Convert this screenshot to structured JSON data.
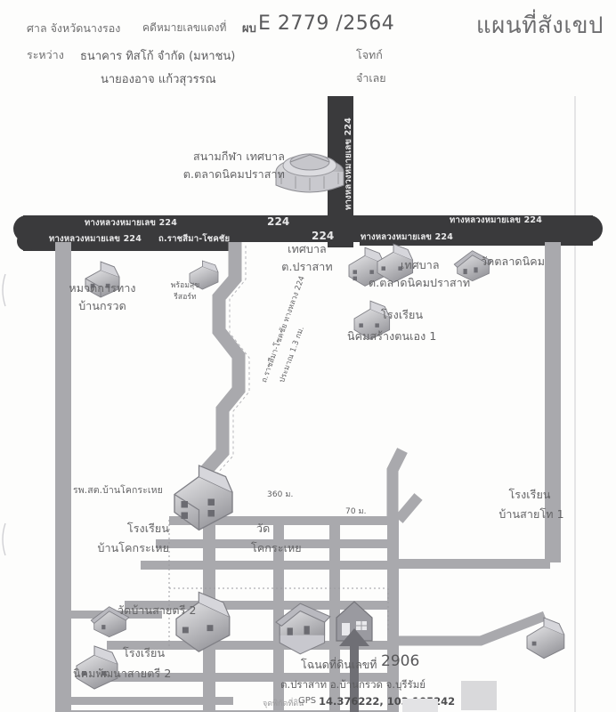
{
  "header": {
    "court": "ศาล จังหวัดนางรอง",
    "case_label": "คดีหมายเลขแดงที่",
    "case_prefix": "ผบ",
    "case_number": "E 2779 /2564",
    "between_label": "ระหว่าง",
    "plaintiff": "ธนาคาร ทิสโก้ จำกัด (มหาชน)",
    "plaintiff_role": "โจทก์",
    "defendant": "นายองอาจ แก้วสุวรรณ",
    "defendant_role": "จำเลย",
    "title": "แผนที่สังเขป"
  },
  "map": {
    "stadium": {
      "line1": "สนามกีฬา เทศบาล",
      "line2": "ต.ตลาดนิคมปราสาท"
    },
    "vertical_highway": "ทางหลวงหมายเลข 224",
    "highway_marker_a": "224",
    "highway_marker_b": "224",
    "highway_left_upper": "ทางหลวงหมายเลข 224",
    "highway_left_lower": "ทางหลวงหมายเลข 224",
    "highway_left_lower2": "ถ.ราชสีมา-โชคชัย",
    "highway_right_upper": "ทางหลวงหมายเลข 224",
    "highway_right_lower": "ทางหลวงหมายเลข 224",
    "road_dept": {
      "line1": "หมวดการทาง",
      "line2": "บ้านกรวด"
    },
    "resort": {
      "line1": "พร้อมสุข",
      "line2": "รีสอร์ท"
    },
    "municipality_prasat": {
      "line1": "เทศบาล",
      "line2": "ต.ปราสาท"
    },
    "municipality_talat": {
      "line1": "เทศบาล",
      "line2": "ต.ตลาดนิคมปราสาท"
    },
    "temple_talat_nikhom": "วัดตลาดนิคม",
    "school_nikhom1": {
      "line1": "โรงเรียน",
      "line2": "นิคมสร้างตนเอง 1"
    },
    "diagonal_road": "ถ.ราชสีมา-โชคชัย ทางหลวง 224",
    "diagonal_distance": "ประมาณ 1.3 กม.",
    "hospital": "รพ.สต.บ้านโคกระเหย",
    "school_khok": {
      "line1": "โรงเรียน",
      "line2": "บ้านโคกระเหย"
    },
    "temple_khok": {
      "line1": "วัด",
      "line2": "โคกระเหย"
    },
    "school_sai_tho": {
      "line1": "โรงเรียน",
      "line2": "บ้านสายโท 1"
    },
    "temple_sai_tri2": "วัดบ้านสายตรี 2",
    "school_nikhom_sai_tri2": {
      "line1": "โรงเรียน",
      "line2": "นิคมพัฒนาสายตรี 2"
    },
    "measure_360": "360 ม.",
    "measure_70": "70 ม."
  },
  "footer": {
    "deed_label": "โฉนดที่ดินเลขที่",
    "deed_number": "2906",
    "location": "ต.ปราสาท อ.บ้านกรวด จ.บุรีรัมย์",
    "gps_prefix": "จุดพิกัดที่ดิน",
    "gps_label": "GPS",
    "gps_value": "14.376222, 103.105242"
  },
  "colors": {
    "road_dark": "#3a3a3c",
    "road_light": "#a9a9ad",
    "ink": "#636365",
    "paper": "#fdfdfc"
  }
}
